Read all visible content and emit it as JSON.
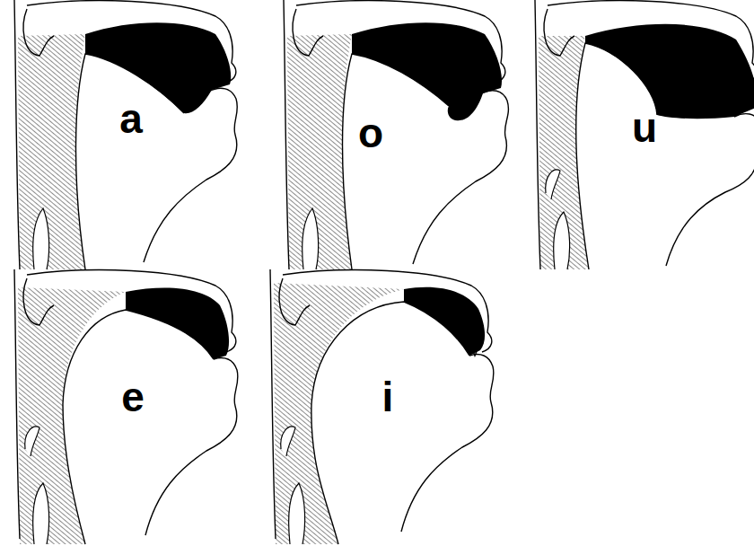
{
  "diagram": {
    "labels": [
      "a",
      "o",
      "u",
      "e",
      "i"
    ]
  }
}
